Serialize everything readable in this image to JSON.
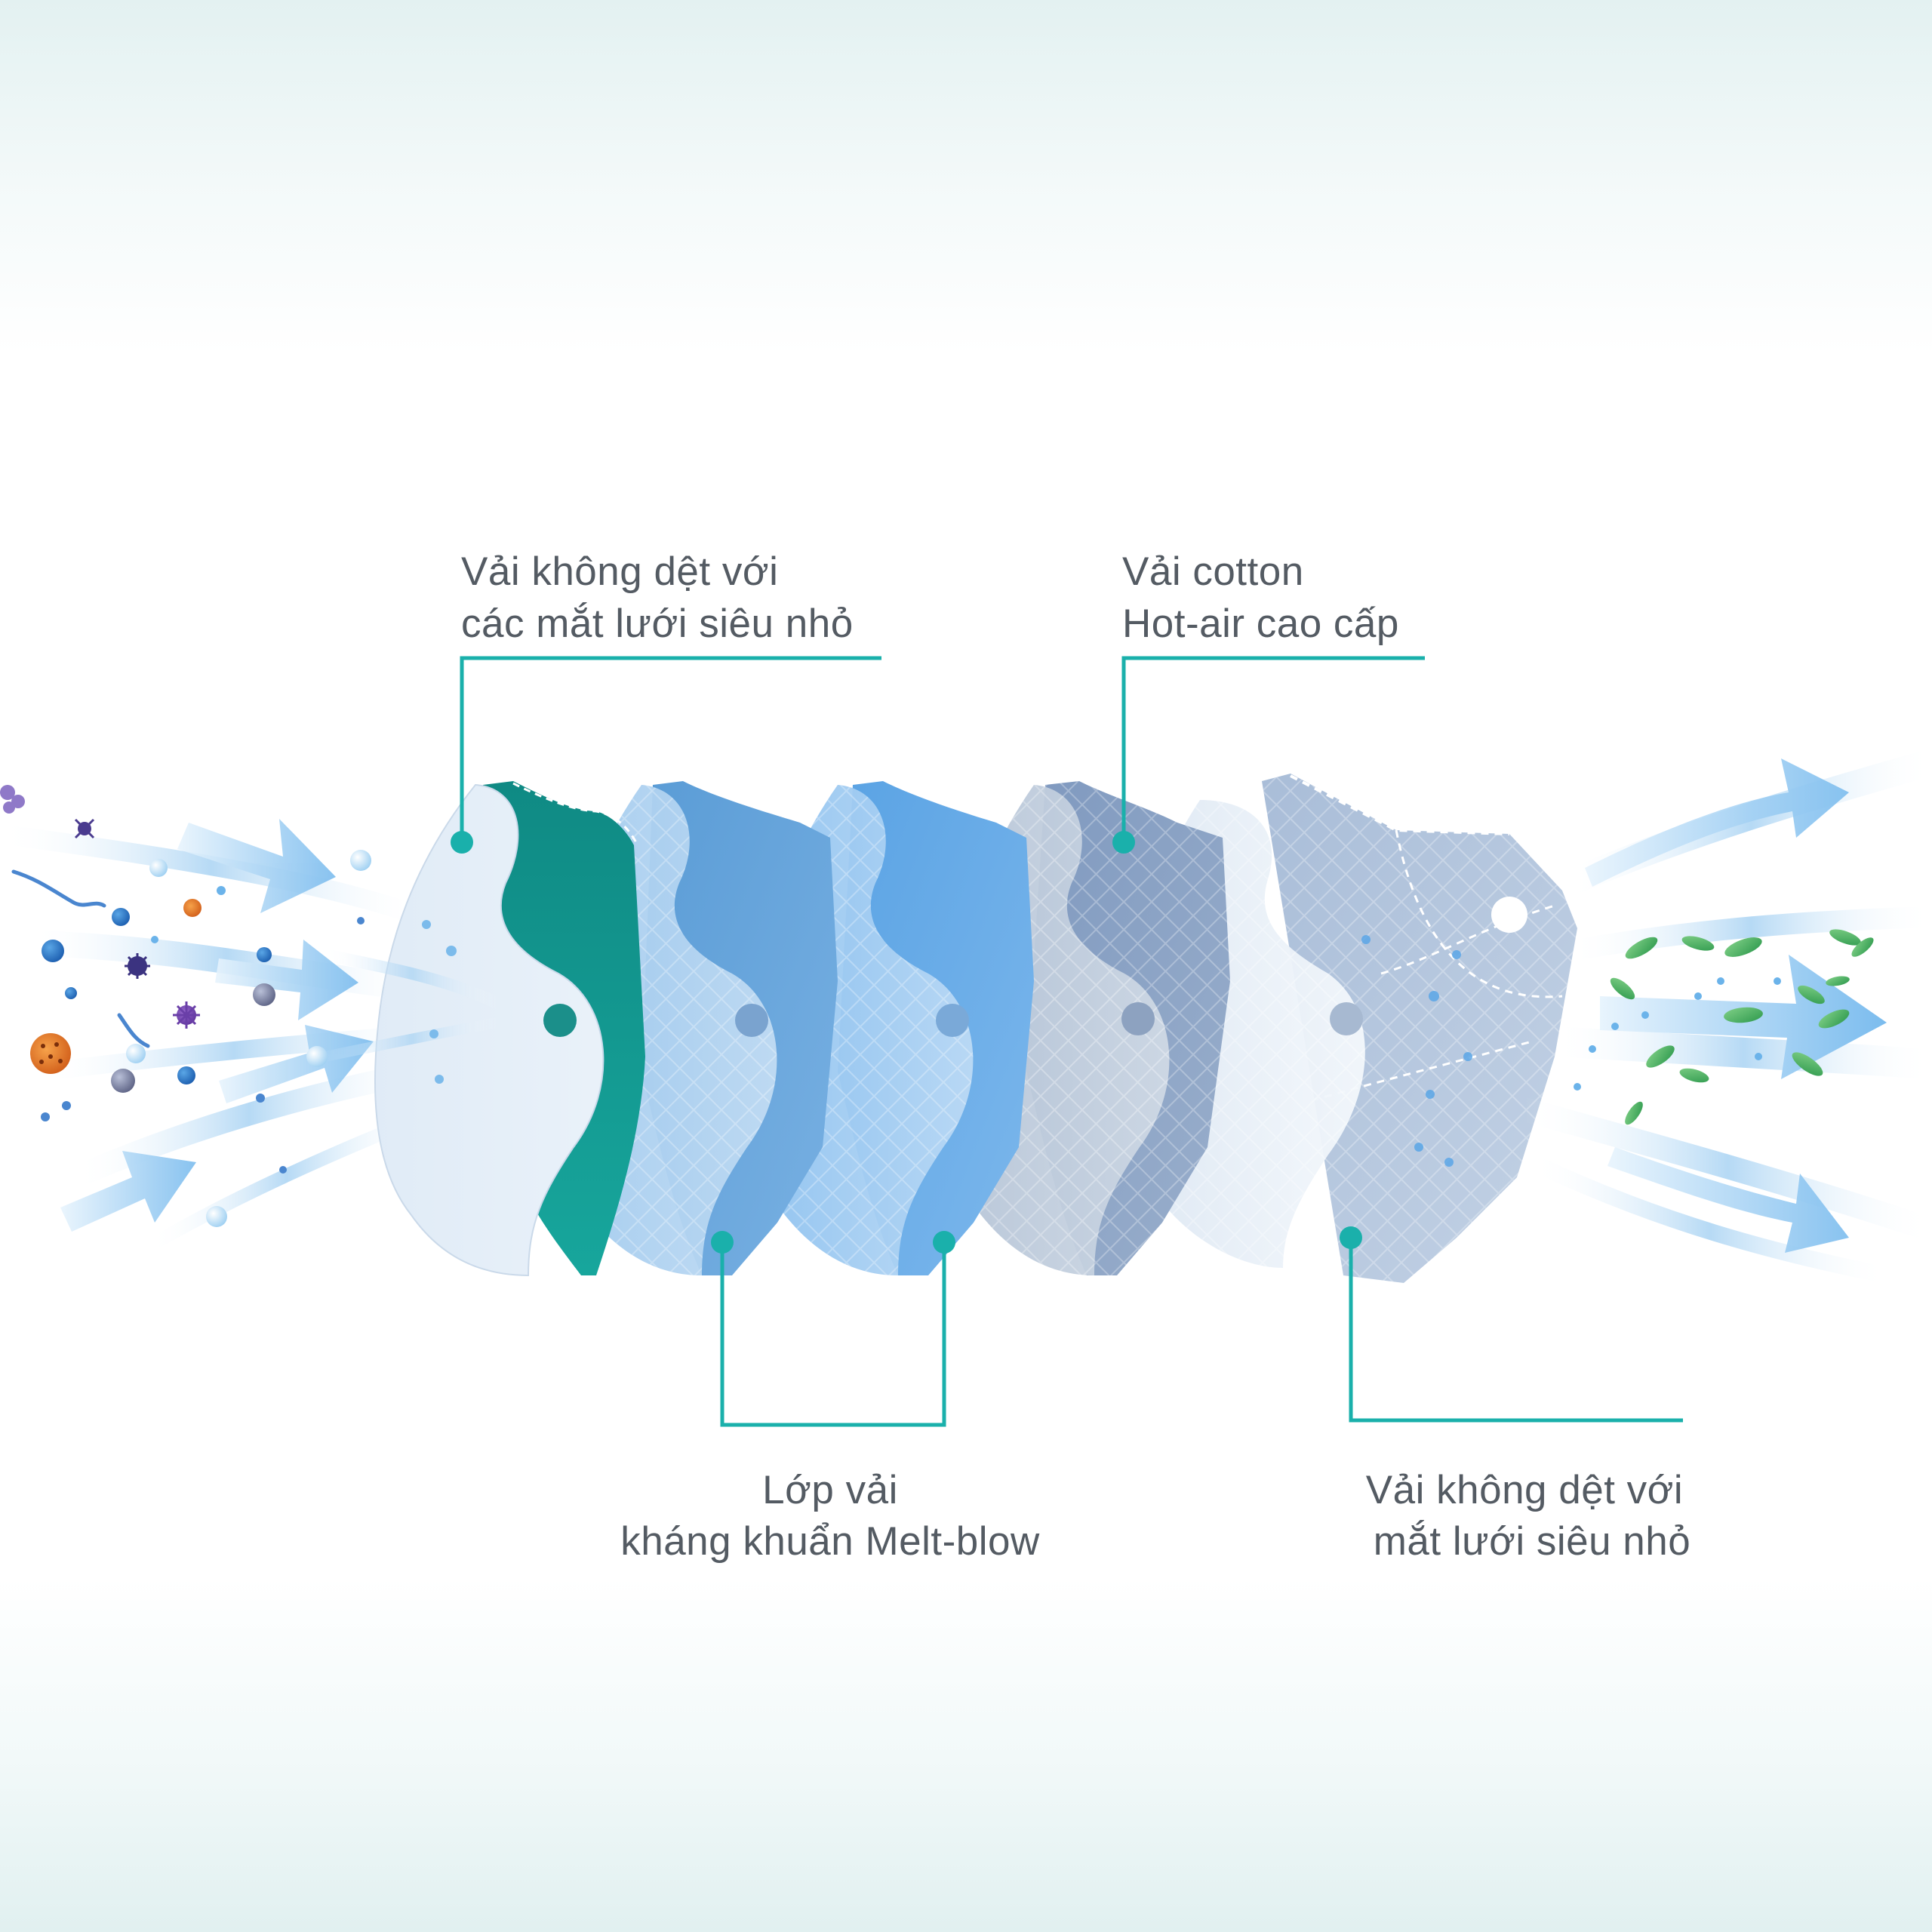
{
  "labels": {
    "outer_layer": {
      "line1": "Vải không dệt với",
      "line2": "các mắt lưới siêu nhỏ"
    },
    "cotton_layer": {
      "line1": "Vải cotton",
      "line2": "Hot-air cao cấp"
    },
    "meltblow_layer": {
      "line1": "Lớp vải",
      "line2": "kháng khuẩn Melt-blow"
    },
    "inner_layer": {
      "line1": "Vải không dệt với",
      "line2": "mắt lưới siêu nhỏ"
    }
  },
  "colors": {
    "callout": "#1ab0ab",
    "text": "#545b63",
    "layer_outer": "#118c86",
    "layer_meltblow_1": "#5d9fd8",
    "layer_meltblow_2": "#5aa5e2",
    "layer_cotton": "#7f99bf",
    "layer_inner": "#a9bdd8",
    "airflow": "#8cc6f0"
  },
  "icons": {
    "pollution_particles": "virus-particle-icon",
    "fresh_air_leaves": "leaf-icon"
  }
}
